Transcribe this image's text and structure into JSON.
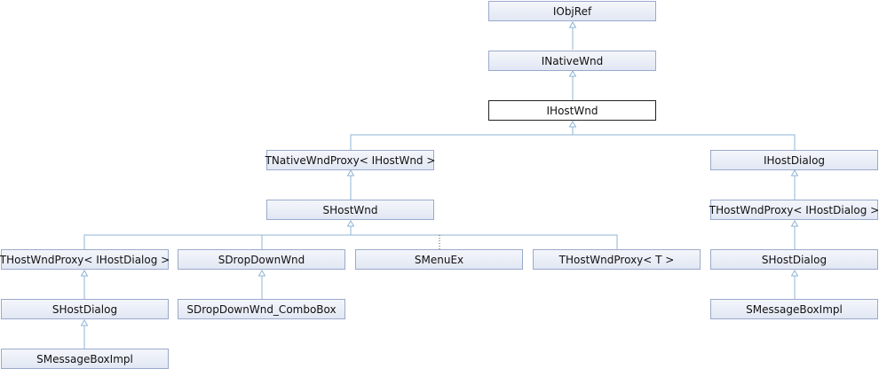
{
  "nodes": {
    "iobjref": "IObjRef",
    "inativewnd": "INativeWnd",
    "ihostwnd": "IHostWnd",
    "tnativewndproxy": "TNativeWndProxy< IHostWnd >",
    "ihostdialog": "IHostDialog",
    "shostwnd": "SHostWnd",
    "thostwndproxy_right": "THostWndProxy< IHostDialog >",
    "thostwndproxy_left": "THostWndProxy< IHostDialog >",
    "sdropdownwnd": "SDropDownWnd",
    "smenuex": "SMenuEx",
    "thostwndproxy_t": "THostWndProxy< T >",
    "shostdialog_right": "SHostDialog",
    "shostdialog_left": "SHostDialog",
    "sdropdownwnd_combobox": "SDropDownWnd_ComboBox",
    "smessageboximpl_right": "SMessageBoxImpl",
    "smessageboximpl_left": "SMessageBoxImpl"
  },
  "colors": {
    "edge": "#8fb4d4",
    "node_border": "#9aa9cc",
    "current_border": "#222222"
  }
}
